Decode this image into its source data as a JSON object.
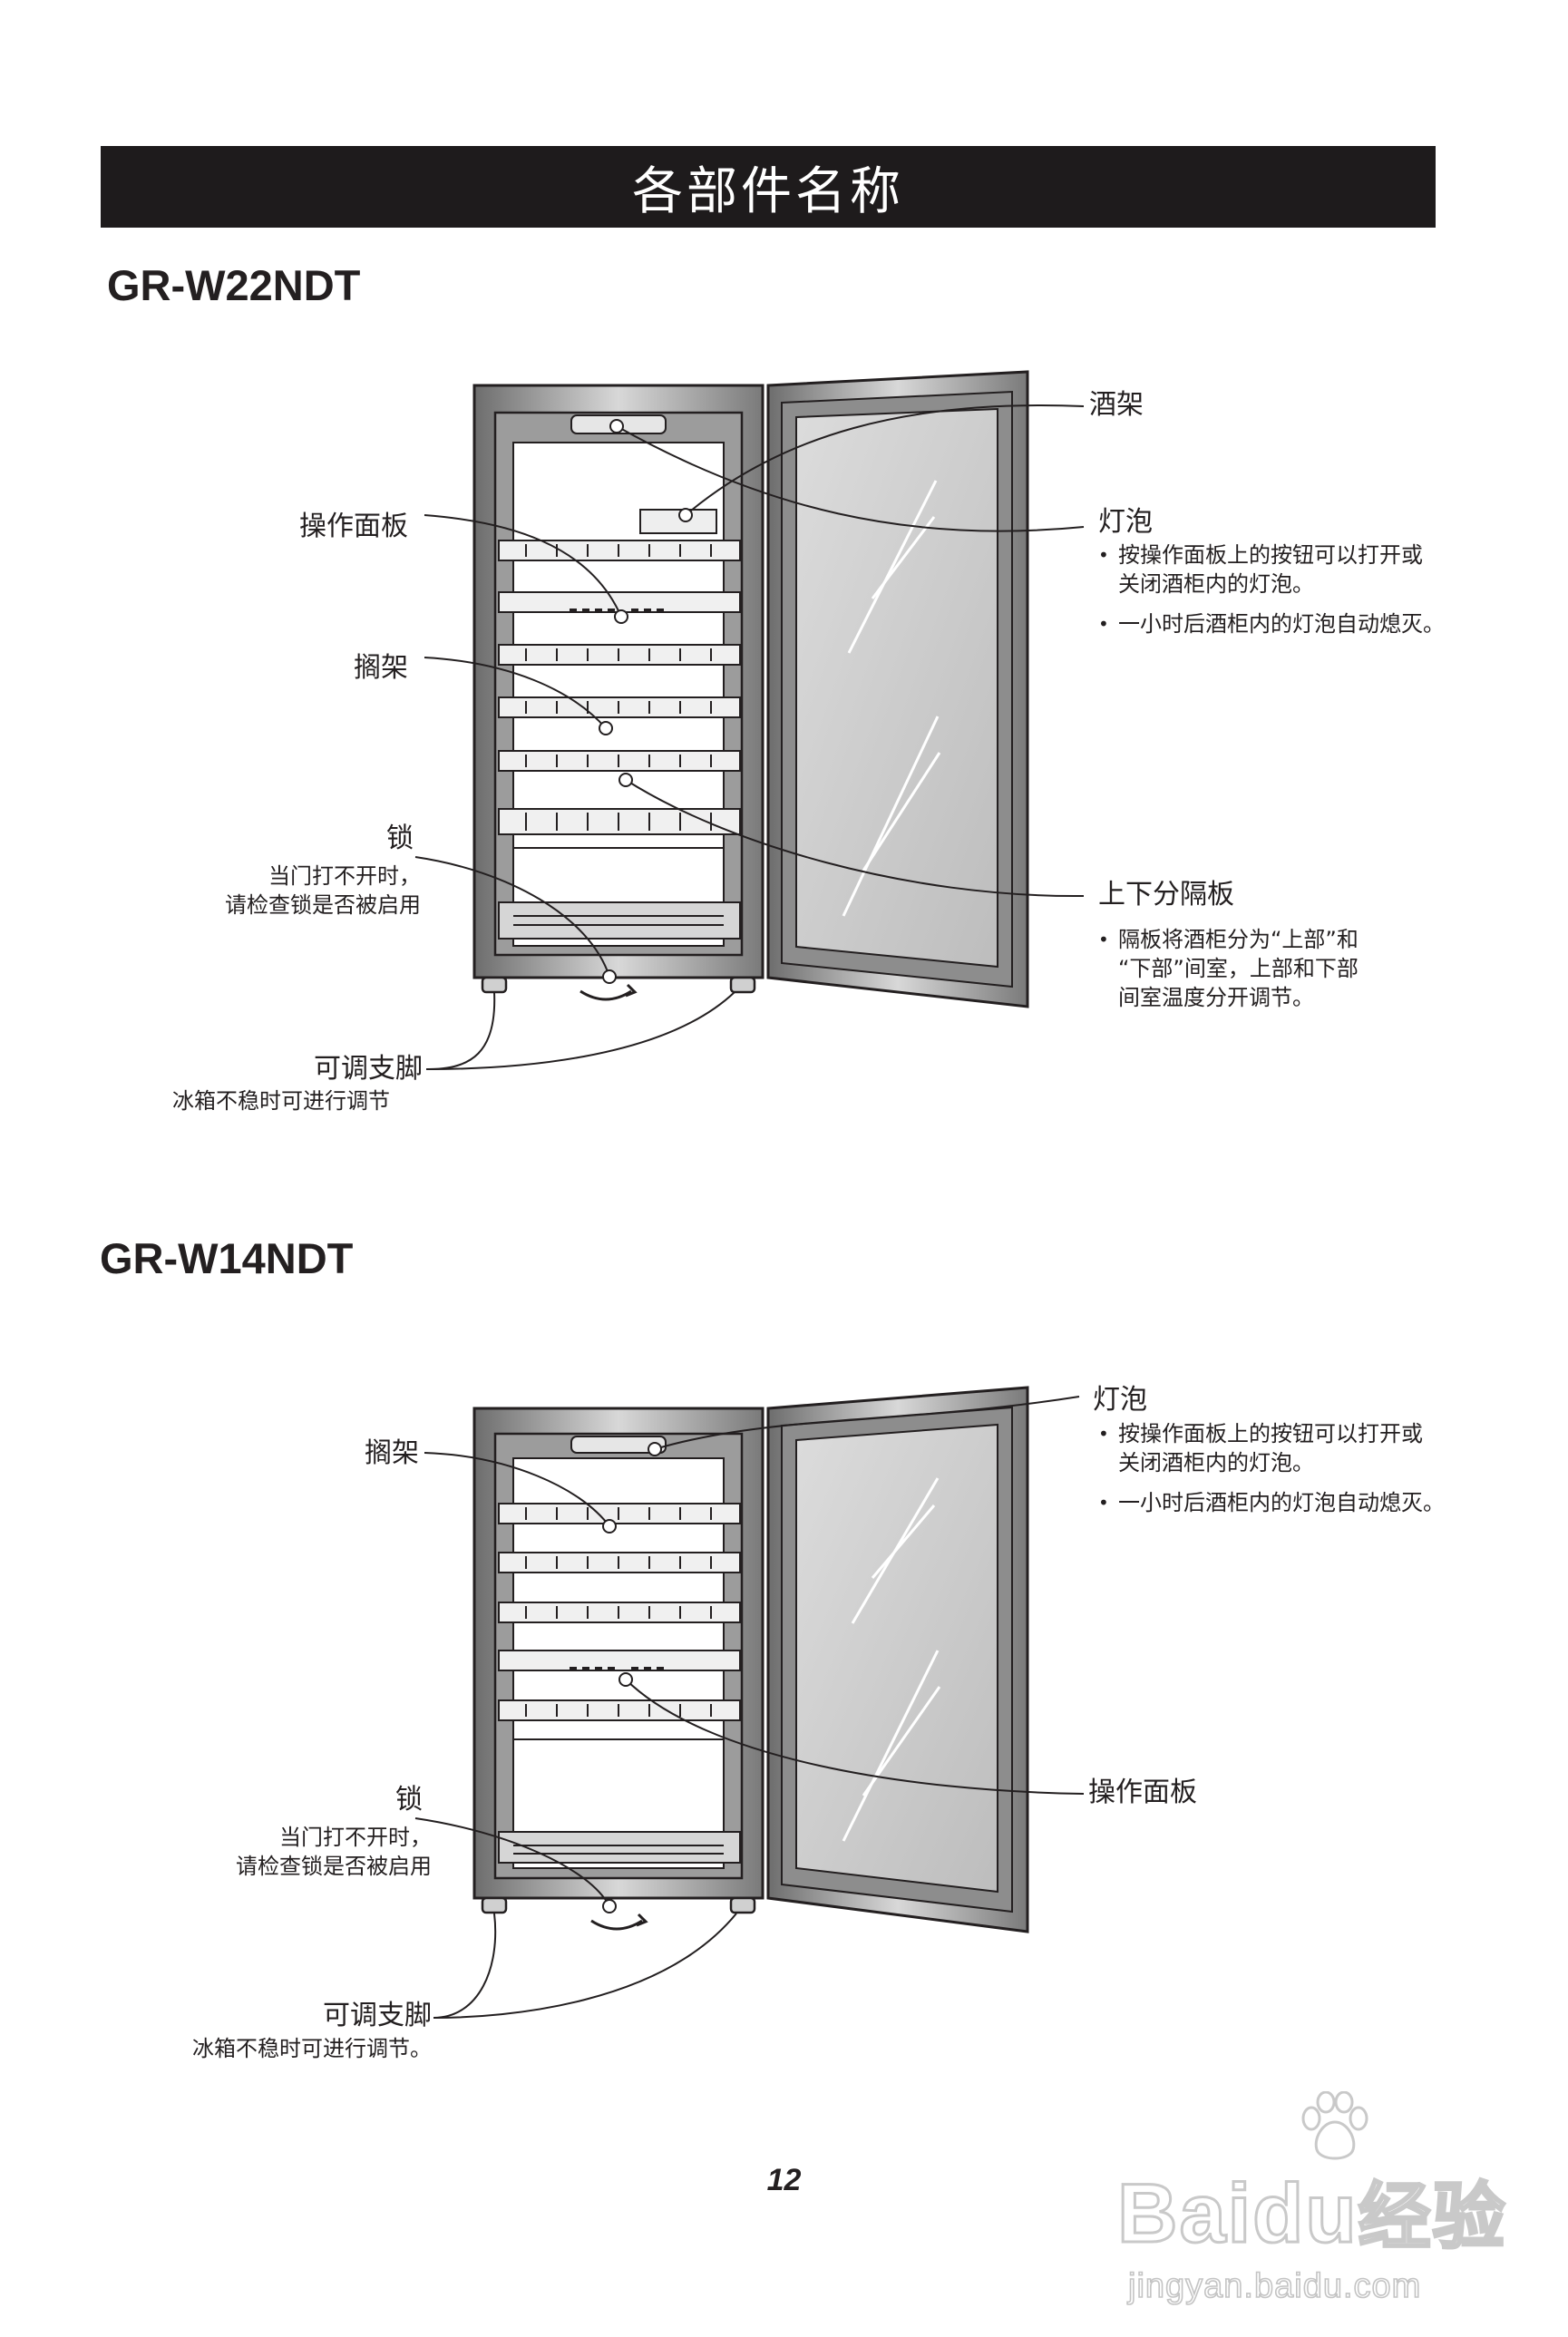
{
  "title": "各部件名称",
  "page_number": "12",
  "watermark": {
    "brand": "Baidu",
    "product": "经验",
    "url": "jingyan.baidu.com"
  },
  "model_a": {
    "name": "GR-W22NDT",
    "wine_rack": "酒架",
    "control_panel": "操作面板",
    "shelf": "搁架",
    "lock": {
      "label": "锁",
      "line1": "当门打不开时，",
      "line2": "请检查锁是否被启用"
    },
    "adjustable_feet": {
      "label": "可调支脚",
      "desc": "冰箱不稳时可进行调节"
    },
    "lamp": {
      "label": "灯泡",
      "bullet1_line1": "按操作面板上的按钮可以打开或",
      "bullet1_line2": "关闭酒柜内的灯泡。",
      "bullet2": "一小时后酒柜内的灯泡自动熄灭。"
    },
    "divider": {
      "label": "上下分隔板",
      "line1": "隔板将酒柜分为“上部”和",
      "line2": "“下部”间室，上部和下部",
      "line3": "间室温度分开调节。"
    }
  },
  "model_b": {
    "name": "GR-W14NDT",
    "shelf": "搁架",
    "lock": {
      "label": "锁",
      "line1": "当门打不开时，",
      "line2": "请检查锁是否被启用"
    },
    "adjustable_feet": {
      "label": "可调支脚",
      "desc": "冰箱不稳时可进行调节。"
    },
    "lamp": {
      "label": "灯泡",
      "bullet1_line1": "按操作面板上的按钮可以打开或",
      "bullet1_line2": "关闭酒柜内的灯泡。",
      "bullet2": "一小时后酒柜内的灯泡自动熄灭。"
    },
    "control_panel": "操作面板"
  }
}
